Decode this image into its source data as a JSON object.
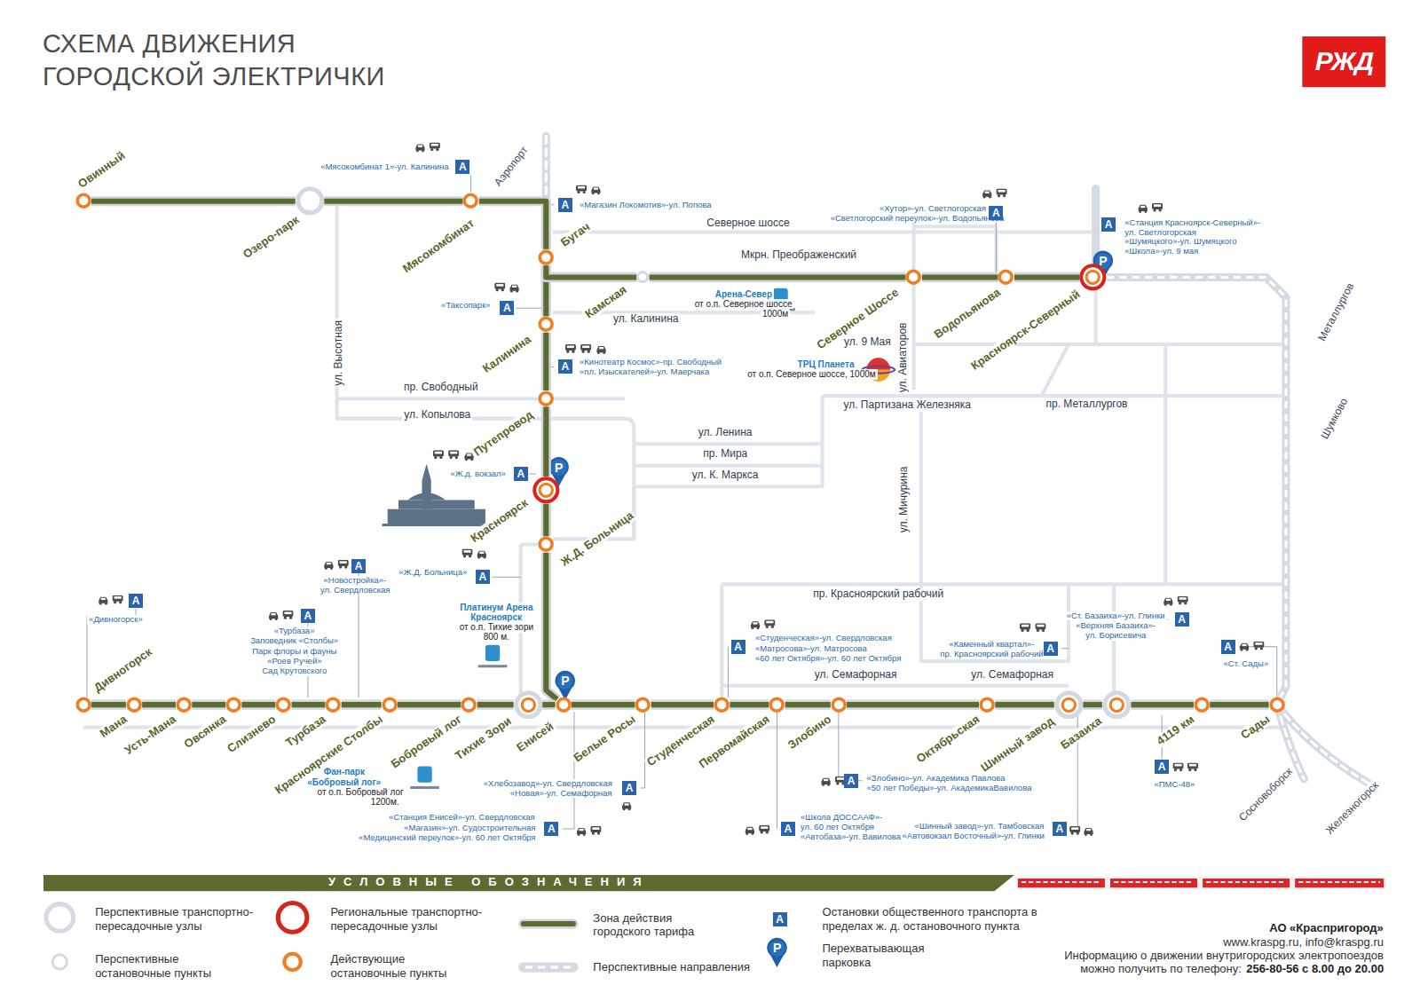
{
  "diagram": {
    "title": "СХЕМА ДВИЖЕНИЯ ГОРОДСКОЙ ЭЛЕКТРИЧКИ",
    "nodes": [
      {
        "text": [
          "Овинный"
        ]
      },
      {
        "text": [
          "Озеро-парк"
        ]
      },
      {
        "text": [
          "Мясокомбинат"
        ]
      },
      {
        "text": [
          "Бугач"
        ]
      },
      {
        "text": [
          "Калинина"
        ]
      },
      {
        "text": [
          "Путепровод"
        ]
      },
      {
        "text": [
          "Красноярск"
        ]
      },
      {
        "text": [
          "Ж.Д. Больница"
        ]
      },
      {
        "text": [
          "Енисей"
        ]
      },
      {
        "text": [
          "Камская"
        ]
      },
      {
        "text": [
          "Северное Шоссе"
        ]
      },
      {
        "text": [
          "Водопьянова"
        ]
      },
      {
        "text": [
          "Красноярск-Северный"
        ]
      },
      {
        "text": [
          "Дивногорск"
        ]
      },
      {
        "text": [
          "Мана"
        ]
      },
      {
        "text": [
          "Усть-Мана"
        ]
      },
      {
        "text": [
          "Овсянка"
        ]
      },
      {
        "text": [
          "Слизнево"
        ]
      },
      {
        "text": [
          "Турбаза"
        ]
      },
      {
        "text": [
          "Красноярские Столбы"
        ]
      },
      {
        "text": [
          "Бобровый лог"
        ]
      },
      {
        "text": [
          "Тихие Зори"
        ]
      },
      {
        "text": [
          "Белые Росы"
        ]
      },
      {
        "text": [
          "Студенческая"
        ]
      },
      {
        "text": [
          "Первомайская"
        ]
      },
      {
        "text": [
          "Злобино"
        ]
      },
      {
        "text": [
          "Октябрьская"
        ]
      },
      {
        "text": [
          "Шинный завод"
        ]
      },
      {
        "text": [
          "Базаиха"
        ]
      },
      {
        "text": [
          "4119 км"
        ]
      },
      {
        "text": [
          "Сады"
        ]
      }
    ],
    "edges": [
      {
        "from": 0,
        "to": 1,
        "arrow": "none"
      },
      {
        "from": 1,
        "to": 2,
        "arrow": "none"
      },
      {
        "from": 2,
        "to": 3,
        "arrow": "none"
      },
      {
        "from": 3,
        "to": 4,
        "arrow": "none"
      },
      {
        "from": 4,
        "to": 5,
        "arrow": "none"
      },
      {
        "from": 5,
        "to": 6,
        "arrow": "none"
      },
      {
        "from": 6,
        "to": 7,
        "arrow": "none"
      },
      {
        "from": 7,
        "to": 8,
        "arrow": "none"
      },
      {
        "from": 3,
        "to": 9,
        "arrow": "none"
      },
      {
        "from": 9,
        "to": 10,
        "arrow": "none"
      },
      {
        "from": 10,
        "to": 11,
        "arrow": "none"
      },
      {
        "from": 11,
        "to": 12,
        "arrow": "none"
      },
      {
        "from": 13,
        "to": 14,
        "arrow": "none"
      },
      {
        "from": 14,
        "to": 15,
        "arrow": "none"
      },
      {
        "from": 15,
        "to": 16,
        "arrow": "none"
      },
      {
        "from": 16,
        "to": 17,
        "arrow": "none"
      },
      {
        "from": 17,
        "to": 18,
        "arrow": "none"
      },
      {
        "from": 18,
        "to": 19,
        "arrow": "none"
      },
      {
        "from": 19,
        "to": 20,
        "arrow": "none"
      },
      {
        "from": 20,
        "to": 21,
        "arrow": "none"
      },
      {
        "from": 21,
        "to": 8,
        "arrow": "none"
      },
      {
        "from": 8,
        "to": 22,
        "arrow": "none"
      },
      {
        "from": 22,
        "to": 23,
        "arrow": "none"
      },
      {
        "from": 23,
        "to": 24,
        "arrow": "none"
      },
      {
        "from": 24,
        "to": 25,
        "arrow": "none"
      },
      {
        "from": 25,
        "to": 26,
        "arrow": "none"
      },
      {
        "from": 26,
        "to": 27,
        "arrow": "none"
      },
      {
        "from": 27,
        "to": 28,
        "arrow": "none"
      },
      {
        "from": 28,
        "to": 29,
        "arrow": "none"
      },
      {
        "from": 29,
        "to": 30,
        "arrow": "none"
      },
      {
        "from": 12,
        "to": 30,
        "arrow": "none"
      }
    ],
    "labels": [
      "Северное шоссе",
      "Мкрн. Преображенский",
      "ул. Калинина",
      "ул. 9 Мая",
      "ул. Авиаторов",
      "ул. Высотная",
      "пр. Свободный",
      "ул. Копылова",
      "ул. Партизана Железняка",
      "пр. Металлургов",
      "ул. Ленина",
      "пр. Мира",
      "ул. К. Маркса",
      "ул. Мичурина",
      "пр. Красноярский рабочий",
      "ул. Семафорная",
      "ул. Семафорная",
      "Аэропорт",
      "Металлургов",
      "Шумково",
      "Сосновоборск",
      "Железногорск",
      "«Мясокомбинат 1»-ул. Калинина",
      "«Магазин Локомотив»-ул. Попова",
      "«Таксопарк»",
      "«Кинотеатр Космос»-пр. Свободный",
      "«пл. Изыскателей»-ул. Маерчака",
      "«Ж.д. вокзал»",
      "«Ж.Д. Больница»",
      "«Дивногорск»",
      "«Турбаза»",
      "Заповедник «Столбы»",
      "Парк флоры и фауны",
      "«Роев Ручей»",
      "Сад Крутовского",
      "«Новостройка»-",
      "ул. Свердловская",
      "«Хутор»-ул. Светлогорская",
      "«Светлогорский переулок»-ул. Водопьянова",
      "«Станция Красноярск-Северный»-",
      "ул. Светлогорская",
      "«Шумяцкого»-ул. Шумяцкого",
      "«Школа»-ул. 9 мая",
      "«Студенческая»-ул. Свердловская",
      "«Матросова»-ул. Матросова",
      "«60 лет Октября»-ул. 60 лет Октября",
      "«Каменный квартал»-",
      "пр. Красноярский рабочий",
      "«Ст. Базаиха»-ул. Глинки",
      "«Верхняя Базаиха»-",
      "ул. Борисевича",
      "«Ст. Сады»",
      "«ПМС-48»",
      "«Хлебозавод»-ул. Свердловская",
      "«Новая»-ул. Семафорная",
      "«Станция Енисей»-ул. Свердловская",
      "«Магазин»-ул. Судостроительная",
      "«Медицинский переулок»-ул. 60 лет Октября",
      "«Злобино»-ул. Академика Павлова",
      "«50 лет Победы»-ул. АкадемикаВавилова",
      "«Школа ДОССААФ»-",
      "ул. 60 лет Октября",
      "«Автобаза»-ул. Вавилова",
      "«Шинный завод»-ул. Тамбовская",
      "«Автовокзал Восточный»-ул. Глинки",
      "А",
      "А",
      "А",
      "А",
      "А",
      "А",
      "А",
      "А",
      "А",
      "А",
      "А",
      "А",
      "А",
      "А",
      "А",
      "А",
      "А",
      "А",
      "А",
      "А",
      "А",
      "P",
      "P",
      "P",
      "Арена-Север",
      "от о.п. Северное шоссе",
      "1000м",
      "ТРЦ Планета",
      "от о.п. Северное шоссе, 1000м",
      "Платинум Арена",
      "Красноярск",
      "от о.п. Тихие зори",
      "800 м.",
      "Фан-парк",
      "«Бобровый лог»",
      "от о.п. Бобровый лог",
      "1200м.",
      "РЖД",
      "УСЛОВНЫЕ ОБОЗНАЧЕНИЯ",
      "А",
      "P",
      "АО «Краспригород»",
      "www.kraspg.ru, info@kraspg.ru",
      "Информацию о движении внутригородских электропоездов",
      "можно получить по телефону:",
      "256-80-56 с 8.00 до 20.00"
    ],
    "legend": [
      {
        "text": "Перспективные транспортно-пересадочные узлы"
      },
      {
        "text": "Перспективные остановочные пункты"
      },
      {
        "text": "Региональные транспортно-пересадочные узлы"
      },
      {
        "text": "Действующие остановочные пункты"
      },
      {
        "text": "Зона действия городского тарифа"
      },
      {
        "text": "Перспективные направления"
      },
      {
        "text": "Остановки общественного транспорта в пределах ж. д. остановочного пункта"
      },
      {
        "text": "Перехватывающая парковка"
      }
    ]
  }
}
